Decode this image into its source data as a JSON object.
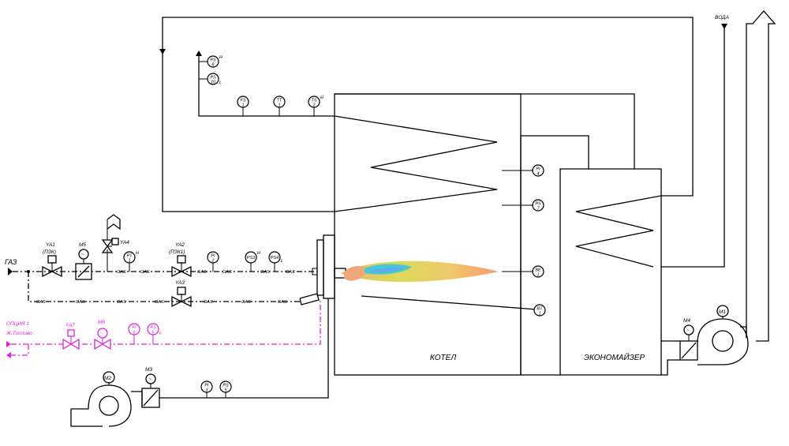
{
  "colors": {
    "line": "#000000",
    "fuel_line": "#e020e0",
    "flame_outer": [
      "#f4c27a",
      "#d7d85a",
      "#f3a96b"
    ],
    "flame_inner": "#46c8d8"
  },
  "labels": {
    "gas": "ГАЗ",
    "water": "ВОДА",
    "boiler": "КОТЕЛ",
    "economizer": "ЭКОНОМАЙЗЕР",
    "option": "ОПЦИЯ 1",
    "liquid_fuel": "Ж.Топливо",
    "gas_line": "GAS"
  },
  "valves": [
    {
      "id": "ya1",
      "tag": "YA1",
      "sub": "(ПЗК)"
    },
    {
      "id": "m5",
      "tag": "M5"
    },
    {
      "id": "ya4",
      "tag": "YA4"
    },
    {
      "id": "ya2",
      "tag": "YA2",
      "sub": "(ПЗК1)"
    },
    {
      "id": "ya3",
      "tag": "YA3"
    },
    {
      "id": "ya7",
      "tag": "YA7"
    },
    {
      "id": "m6",
      "tag": "M6"
    },
    {
      "id": "m3",
      "tag": "M3"
    },
    {
      "id": "m4",
      "tag": "M4"
    },
    {
      "id": "m1",
      "tag": "M1"
    },
    {
      "id": "m2",
      "tag": "M2"
    }
  ],
  "instruments": [
    {
      "id": "ps8",
      "top": "PS",
      "bottom": "8",
      "mark": "H"
    },
    {
      "id": "ps10",
      "top": "PS",
      "bottom": "10",
      "mark": "L"
    },
    {
      "id": "fs1",
      "top": "FS",
      "bottom": "1"
    },
    {
      "id": "tt1",
      "top": "TT",
      "bottom": "1"
    },
    {
      "id": "ts2",
      "top": "TS",
      "bottom": "2",
      "mark": "H"
    },
    {
      "id": "pt1",
      "top": "PT",
      "bottom": "1",
      "mark": "H"
    },
    {
      "id": "pi2",
      "top": "PI",
      "bottom": "2"
    },
    {
      "id": "ps3",
      "top": "PS3",
      "bottom": "",
      "mark": "H"
    },
    {
      "id": "ps4",
      "top": "PS4",
      "bottom": "",
      "mark": "L"
    },
    {
      "id": "pi4",
      "top": "PI",
      "bottom": "4"
    },
    {
      "id": "ps7",
      "top": "PS",
      "bottom": "7"
    },
    {
      "id": "be1",
      "top": "BE",
      "bottom": "1"
    },
    {
      "id": "bt1",
      "top": "BT",
      "bottom": "1"
    },
    {
      "id": "pi6",
      "top": "PI",
      "bottom": "6"
    },
    {
      "id": "ps6",
      "top": "PS",
      "bottom": "6",
      "mark": "L"
    },
    {
      "id": "pi3",
      "top": "PI",
      "bottom": "3"
    },
    {
      "id": "ps5",
      "top": "PS",
      "bottom": "5"
    }
  ]
}
